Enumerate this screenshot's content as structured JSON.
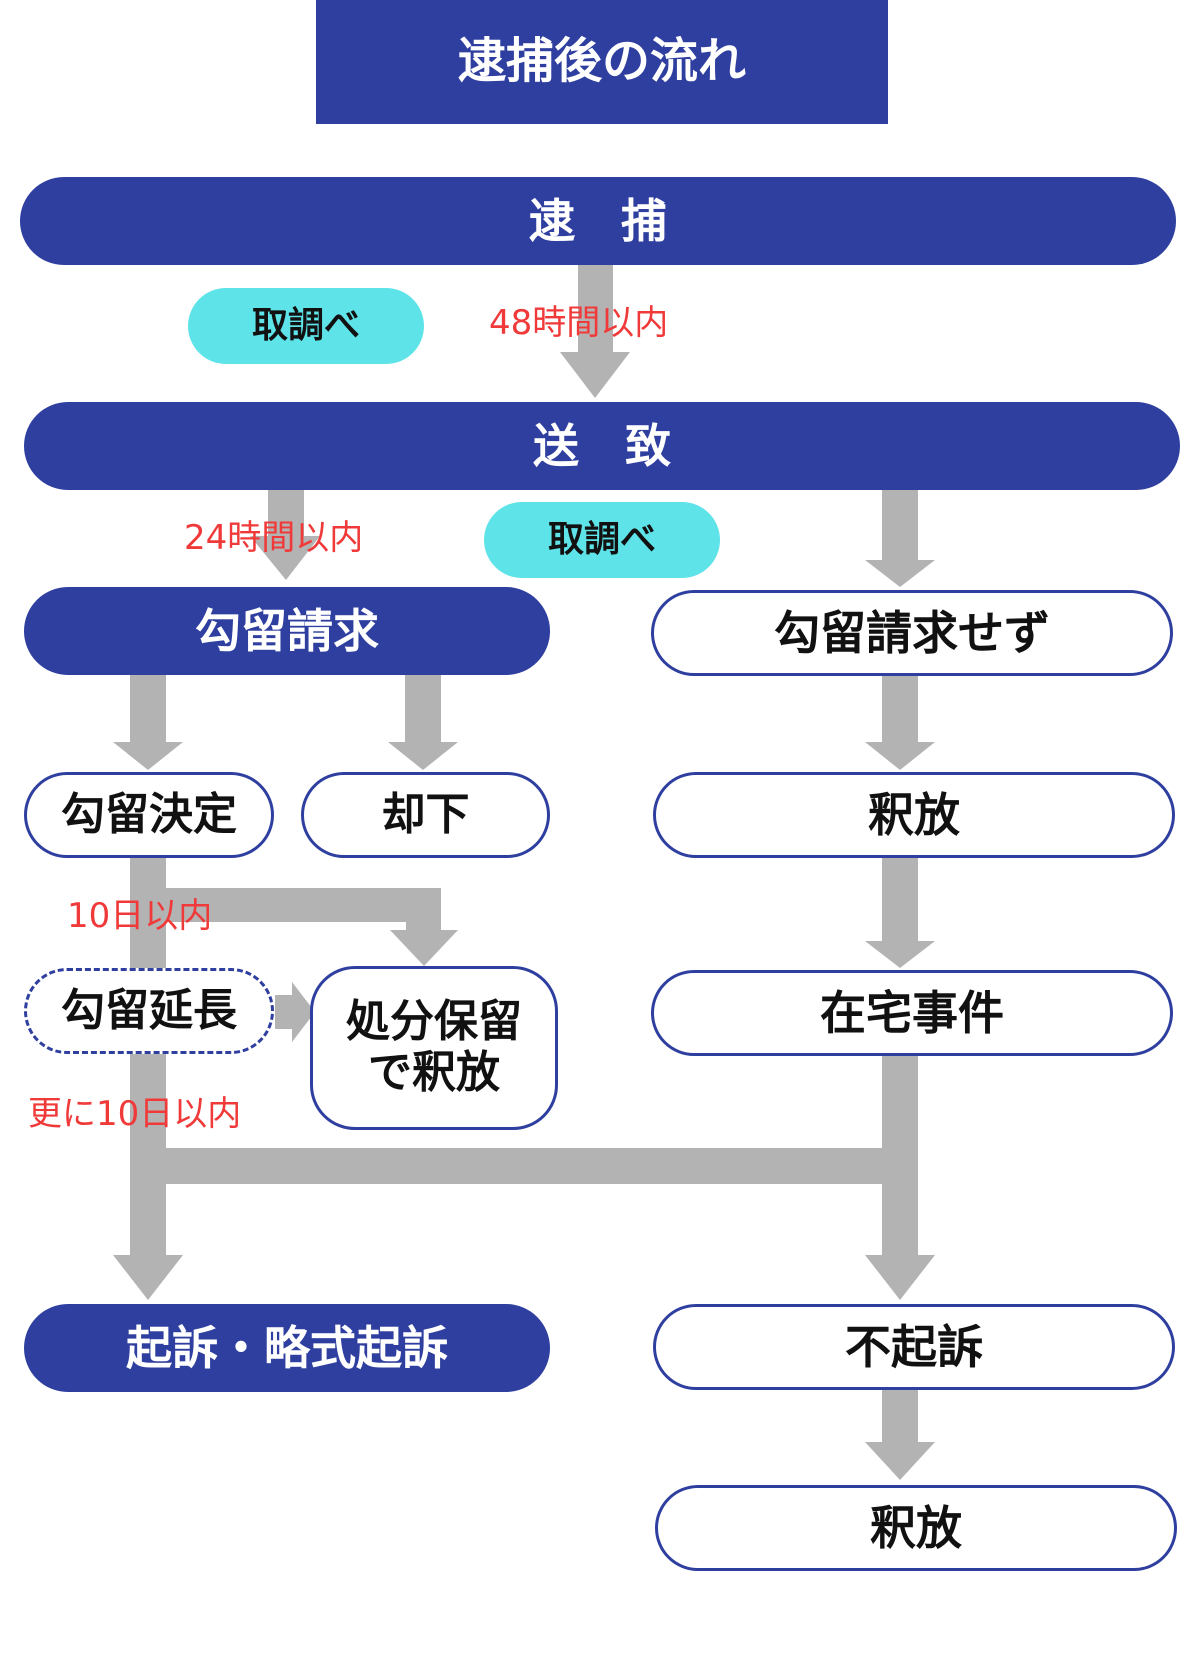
{
  "title": "逮捕後の流れ",
  "nodes": {
    "arrest": "逮　捕",
    "interrogation_1": "取調べ",
    "prosecution_referral": "送　致",
    "interrogation_2": "取調べ",
    "detention_request": "勾留請求",
    "no_detention_request": "勾留請求せず",
    "detention_decision": "勾留決定",
    "dismissal": "却下",
    "release_1": "釈放",
    "detention_extension": "勾留延長",
    "deferred_release": "処分保留\nで釈放",
    "at_home_case": "在宅事件",
    "indictment": "起訴・略式起訴",
    "non_indictment": "不起訴",
    "release_2": "釈放"
  },
  "notes": {
    "within_48h": "48時間以内",
    "within_24h": "24時間以内",
    "within_10d": "10日以内",
    "further_10d": "更に10日以内"
  },
  "colors": {
    "navy": "#2f3f9f",
    "cyan": "#5ee3e8",
    "arrow_gray": "#b3b3b3",
    "note_red": "#f03a3a"
  }
}
